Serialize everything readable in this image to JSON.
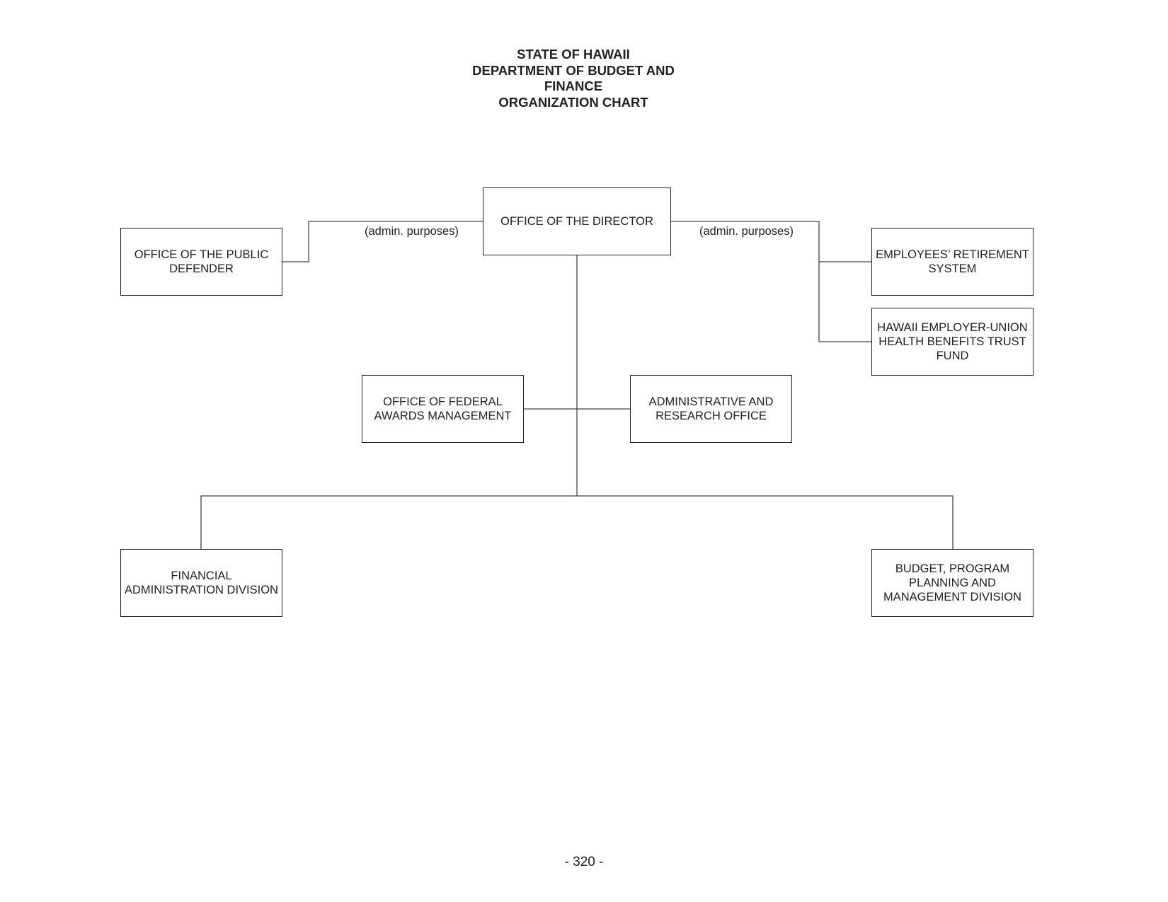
{
  "title_lines": [
    "STATE OF HAWAII",
    "DEPARTMENT OF BUDGET AND",
    "FINANCE",
    "ORGANIZATION CHART"
  ],
  "boxes": {
    "director": "OFFICE OF THE DIRECTOR",
    "public_defender": "OFFICE OF THE PUBLIC\nDEFENDER",
    "employees_retirement": "EMPLOYEES’ RETIREMENT\nSYSTEM",
    "eutf": "HAWAII EMPLOYER-UNION\nHEALTH  BENEFITS TRUST\nFUND",
    "federal_awards": "OFFICE OF FEDERAL\nAWARDS MANAGEMENT",
    "admin_research": "ADMINISTRATIVE AND\nRESEARCH OFFICE",
    "financial_admin": "FINANCIAL\nADMINISTRATION DIVISION",
    "budget_program": "BUDGET, PROGRAM\nPLANNING AND\nMANAGEMENT DIVISION"
  },
  "notes": {
    "left_admin": "(admin. purposes)",
    "right_admin": "(admin. purposes)"
  },
  "page_number": "- 320 -"
}
